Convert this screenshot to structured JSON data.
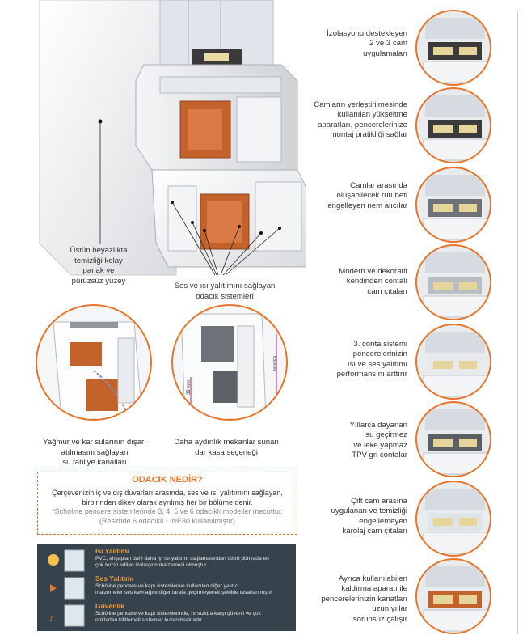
{
  "features": [
    {
      "icon": "glazing-detail-icon",
      "lines": [
        "İzolasyonu destekleyen",
        "2 ve 3 cam",
        "uygulamaları"
      ]
    },
    {
      "icon": "glass-support-icon",
      "lines": [
        "Camların yerleştirilmesinde",
        "kullanılan yükseltme",
        "aparatları, pencerelerinize",
        "montaj pratikliği sağlar"
      ]
    },
    {
      "icon": "desiccant-icon",
      "lines": [
        "Camlar arasında",
        "oluşabilecek rutubeti",
        "engelleyen nem alıcılar"
      ]
    },
    {
      "icon": "glazing-bead-icon",
      "lines": [
        "Modern ve dekoratif",
        "kendinden contalı",
        "cam çıtaları"
      ]
    },
    {
      "icon": "gasket-icon",
      "lines": [
        "3. conta sistemi",
        "pencerelerinizin",
        "ısı ve ses yalıtımı",
        "performansını arttırır"
      ]
    },
    {
      "icon": "grey-seal-icon",
      "lines": [
        "Yıllarca dayanan",
        "su geçirmez",
        "ve leke yapmaz",
        "TPV gri contalar"
      ]
    },
    {
      "icon": "window-bead-icon",
      "lines": [
        "Çift cam arasına",
        "uygulanan ve temizliği",
        "engellemeyen",
        "karolaj cam çıtaları"
      ]
    },
    {
      "icon": "lifting-device-icon",
      "lines": [
        "Ayrıca kullanılabilen",
        "kaldırma aparatı ile",
        "pencerelerinizin kanatları",
        "uzun yıllar",
        "sorunsuz çalışır"
      ]
    }
  ],
  "captions": {
    "surface": [
      "Üstün beyazlıkta",
      "temizliği kolay",
      "parlak ve",
      "pürüzsüz yüzey"
    ],
    "chambers": [
      "Ses ve ısı yalıtımını sağlayan",
      "odacık sistemleri"
    ],
    "drainage": [
      "Yağmur ve kar sularının dışarı",
      "atılmasını sağlayan",
      "su tahliye kanalları"
    ],
    "frame": [
      "Daha aydınlık mekanlar sunan",
      "dar kasa seçeneği"
    ]
  },
  "dimensions": {
    "height": "65 mm",
    "width": "39 mm"
  },
  "odacik": {
    "title": "ODACIK NEDİR?",
    "lines": [
      "Çerçevenizin iç ve dış duvarları arasında, ses ve ısı yalıtımını sağlayan,",
      "birbirinden dikey olarak ayrılmış her bir bölüme denir."
    ],
    "notes": [
      "*Schöline pencere sistemlerinde 3, 4, 5 ve 6 odacıklı modeller mecuttur.",
      "(Resimde 6 odacıklı LINE80 kullanılmıştır)"
    ]
  },
  "info": [
    {
      "title": "Isı Yalıtımı",
      "desc": [
        "PVC, ahşaptan dahi daha iyi ısı yalıtımı sağlamasından ötürü dünyada en",
        "çok tercih edilen izolasyon malzemesi olmuştur."
      ]
    },
    {
      "title": "Ses Yalıtımı",
      "desc": [
        "Schöline pencere ve kapı sistemlerive kullanılan diğer yalıtıcı",
        "malzemeler ses kaynağını diğer tarafa geçirmeyecek şekilde tasarlanmıştır."
      ]
    },
    {
      "title": "Güvenlik",
      "desc": [
        "Schöline pencere ve kapı sistemlerinde, hırsızlığa karşı güvenli ve çok",
        "noktadan kilitlemeli sistemler kullanılmaktadır."
      ]
    }
  ],
  "colors": {
    "accent": "#e8742a",
    "panel": "#36434d",
    "reinforcement": "#c4622c"
  }
}
